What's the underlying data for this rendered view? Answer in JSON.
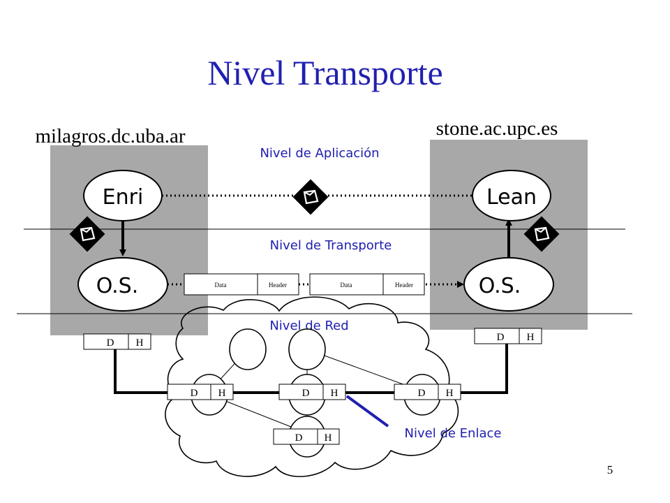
{
  "slide": {
    "title": "Nivel Transporte",
    "page_number": "5",
    "accent_color": "#2020b0",
    "host_box_color": "#a8a8a8"
  },
  "hosts": {
    "left": {
      "hostname": "milagros.dc.uba.ar",
      "app_process": "Enri",
      "os_process": "O.S.",
      "frame": {
        "data": "D",
        "header": "H"
      }
    },
    "right": {
      "hostname": "stone.ac.upc.es",
      "app_process": "Lean",
      "os_process": "O.S.",
      "frame": {
        "data": "D",
        "header": "H"
      }
    }
  },
  "layers": {
    "application": "Nivel de Aplicación",
    "transport": "Nivel de Transporte",
    "network": "Nivel de Red",
    "link": "Nivel de Enlace"
  },
  "segments": [
    {
      "data": "Data",
      "header": "Header"
    },
    {
      "data": "Data",
      "header": "Header"
    }
  ],
  "network_frames": [
    {
      "data": "D",
      "header": "H"
    },
    {
      "data": "D",
      "header": "H"
    },
    {
      "data": "D",
      "header": "H"
    },
    {
      "data": "D",
      "header": "H"
    }
  ],
  "icons": {
    "message": "envelope-glyph"
  }
}
